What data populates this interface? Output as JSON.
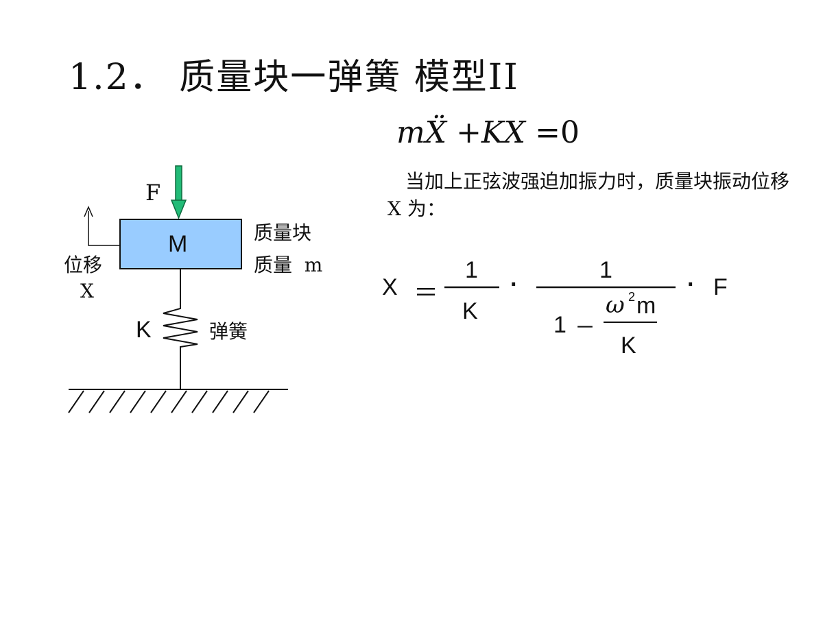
{
  "title": "1.2． 质量块一弹簧 模型II",
  "diagram": {
    "force_label": "F",
    "mass_label": "M",
    "mass_block_label": "质量块",
    "mass_value_label": "质量  m",
    "displacement_label": "位移",
    "displacement_var": "X",
    "spring_symbol": "K",
    "spring_label": "弹簧",
    "colors": {
      "mass_fill": "#99ccff",
      "arrow_fill": "#22bb77",
      "arrow_stroke": "#0e6b3f",
      "line": "#111111"
    }
  },
  "equation": {
    "m": "m",
    "X_ddot": "Ẍ",
    "plus_KX": "+KX",
    "equals_zero": "=0"
  },
  "description": "当加上正弦波强迫加振力时，质量块振动位移 X 为：",
  "formula": {
    "lhs": "X",
    "equals": "＝",
    "frac1_num": "1",
    "frac1_den": "K",
    "dot": "·",
    "frac2_num": "1",
    "inner_one": "1",
    "inner_minus": "－",
    "omega": "ω",
    "sq": "2",
    "inner_m": "m",
    "inner_den": "K",
    "dot2": "·",
    "rhs": "F"
  }
}
